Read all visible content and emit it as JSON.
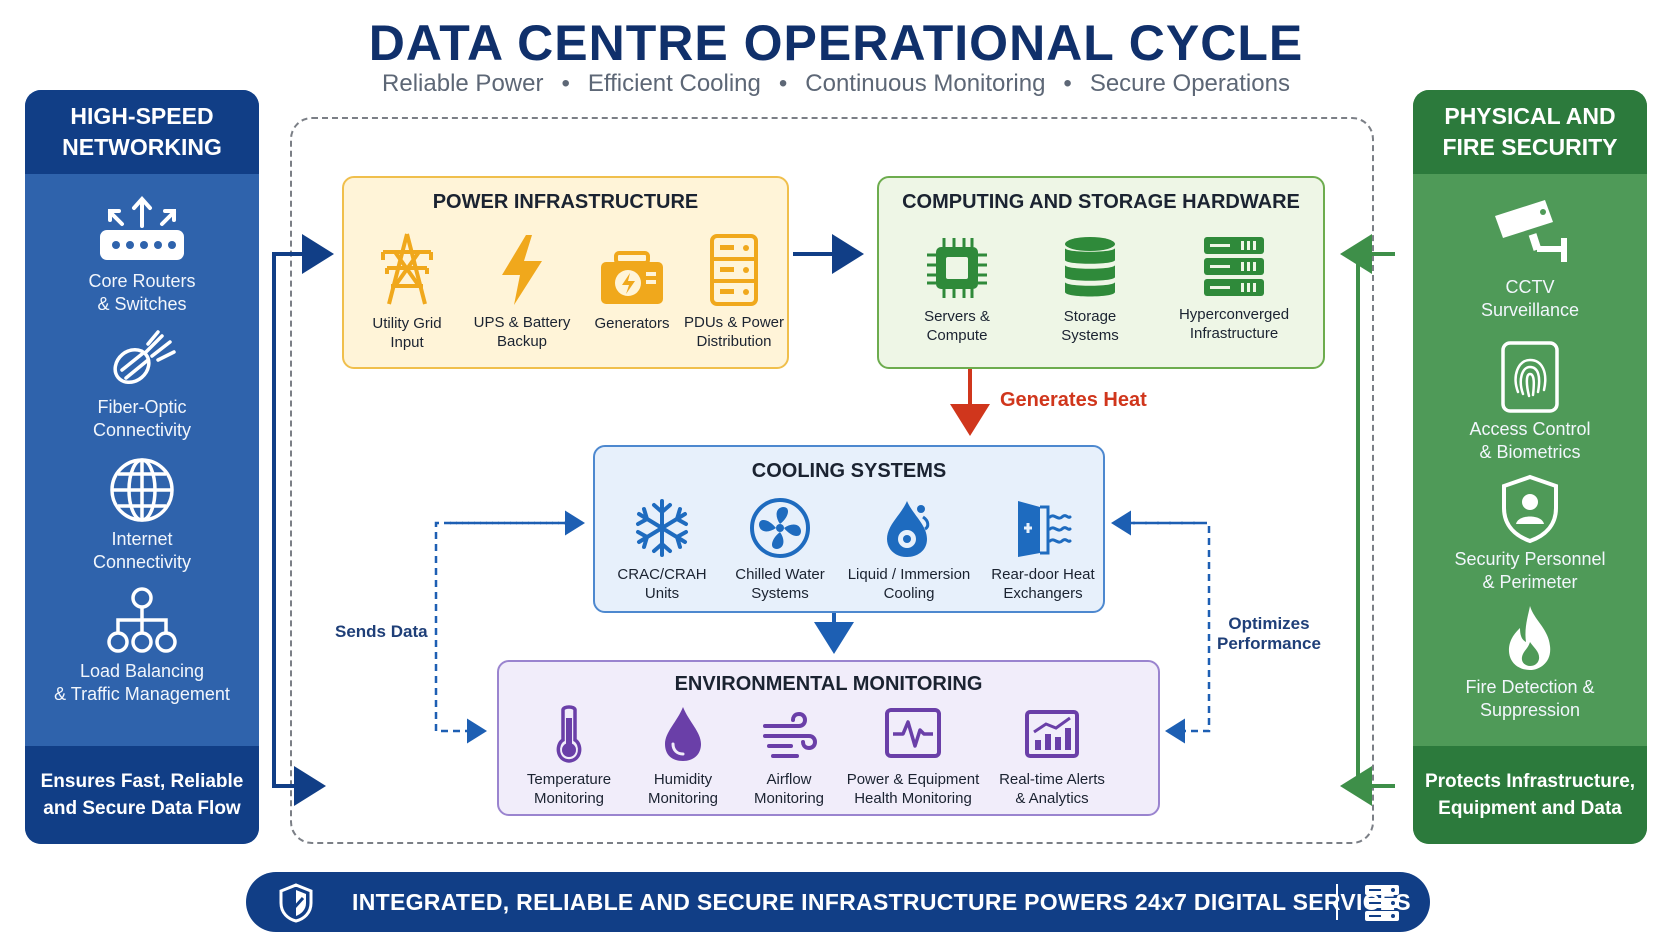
{
  "title": "DATA CENTRE OPERATIONAL CYCLE",
  "subtitle": [
    "Reliable Power",
    "Efficient Cooling",
    "Continuous Monitoring",
    "Secure Operations"
  ],
  "subtitle_separator": "•",
  "left_panel": {
    "title_line1": "HIGH-SPEED",
    "title_line2": "NETWORKING",
    "items": [
      {
        "icon": "router-icon",
        "line1": "Core Routers",
        "line2": "& Switches"
      },
      {
        "icon": "fiber-optic-icon",
        "line1": "Fiber-Optic",
        "line2": "Connectivity"
      },
      {
        "icon": "globe-icon",
        "line1": "Internet",
        "line2": "Connectivity"
      },
      {
        "icon": "network-tree-icon",
        "line1": "Load Balancing",
        "line2": "& Traffic Management"
      }
    ],
    "footer_line1": "Ensures Fast, Reliable",
    "footer_line2": "and Secure Data Flow"
  },
  "right_panel": {
    "title_line1": "PHYSICAL AND",
    "title_line2": "FIRE SECURITY",
    "items": [
      {
        "icon": "cctv-camera-icon",
        "line1": "CCTV",
        "line2": "Surveillance"
      },
      {
        "icon": "fingerprint-icon",
        "line1": "Access Control",
        "line2": "& Biometrics"
      },
      {
        "icon": "security-shield-icon",
        "line1": "Security Personnel",
        "line2": "& Perimeter"
      },
      {
        "icon": "fire-icon",
        "line1": "Fire Detection &",
        "line2": "Suppression"
      }
    ],
    "footer_line1": "Protects Infrastructure,",
    "footer_line2": "Equipment and Data"
  },
  "power": {
    "title": "POWER INFRASTRUCTURE",
    "items": [
      {
        "icon": "power-tower-icon",
        "line1": "Utility Grid",
        "line2": "Input"
      },
      {
        "icon": "lightning-icon",
        "line1": "UPS & Battery",
        "line2": "Backup"
      },
      {
        "icon": "generator-icon",
        "line1": "Generators",
        "line2": ""
      },
      {
        "icon": "pdu-icon",
        "line1": "PDUs & Power",
        "line2": "Distribution"
      }
    ]
  },
  "compute": {
    "title": "COMPUTING AND STORAGE HARDWARE",
    "items": [
      {
        "icon": "cpu-chip-icon",
        "line1": "Servers &",
        "line2": "Compute"
      },
      {
        "icon": "database-icon",
        "line1": "Storage",
        "line2": "Systems"
      },
      {
        "icon": "server-rack-icon",
        "line1": "Hyperconverged",
        "line2": "Infrastructure"
      }
    ]
  },
  "cooling": {
    "title": "COOLING SYSTEMS",
    "items": [
      {
        "icon": "snowflake-icon",
        "line1": "CRAC/CRAH",
        "line2": "Units"
      },
      {
        "icon": "fan-icon",
        "line1": "Chilled Water",
        "line2": "Systems"
      },
      {
        "icon": "liquid-drop-icon",
        "line1": "Liquid / Immersion",
        "line2": "Cooling"
      },
      {
        "icon": "heat-exchanger-icon",
        "line1": "Rear-door Heat",
        "line2": "Exchangers"
      }
    ]
  },
  "environment": {
    "title": "ENVIRONMENTAL MONITORING",
    "items": [
      {
        "icon": "thermometer-icon",
        "line1": "Temperature",
        "line2": "Monitoring"
      },
      {
        "icon": "humidity-drop-icon",
        "line1": "Humidity",
        "line2": "Monitoring"
      },
      {
        "icon": "wind-icon",
        "line1": "Airflow",
        "line2": "Monitoring"
      },
      {
        "icon": "pulse-monitor-icon",
        "line1": "Power & Equipment",
        "line2": "Health Monitoring"
      },
      {
        "icon": "analytics-chart-icon",
        "line1": "Real-time Alerts",
        "line2": "& Analytics"
      }
    ]
  },
  "labels": {
    "generates_heat": "Generates Heat",
    "sends_data": "Sends Data",
    "optimizes_line1": "Optimizes",
    "optimizes_line2": "Performance"
  },
  "bottom_banner": "INTEGRATED, RELIABLE AND SECURE INFRASTRUCTURE POWERS 24x7 DIGITAL SERVICES",
  "colors": {
    "navy": "#113e86",
    "blue_panel": "#2f63ac",
    "green_panel": "#4f9a58",
    "green_dark": "#2c7a3c",
    "power_orange": "#f0a81c",
    "compute_green": "#2f8a3a",
    "cooling_blue": "#1e6bbf",
    "env_purple": "#6a3fa8",
    "heat_red": "#d0361c"
  }
}
